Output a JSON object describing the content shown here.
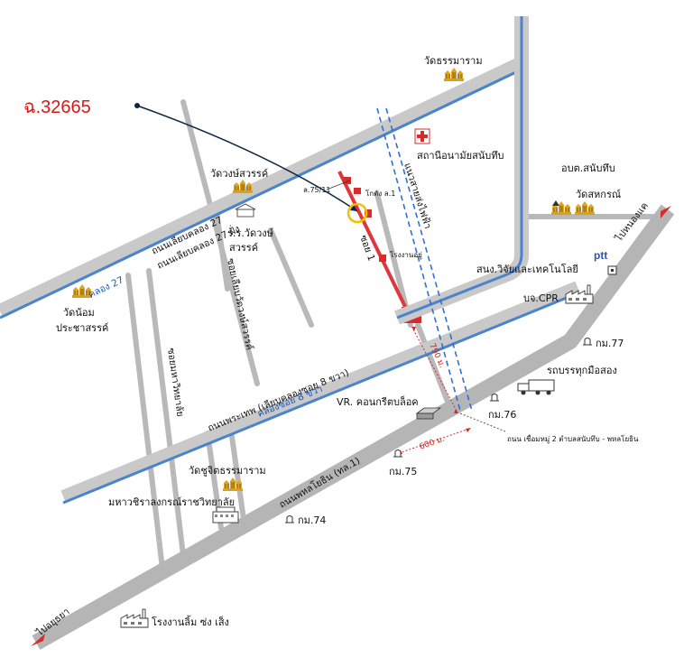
{
  "plot_number": "ฉ.32665",
  "temples": {
    "thammaram": "วัดธรรมาราม",
    "wongsawan": "วัดวงษ์สวรรค์",
    "noi_pracha": "วัดน้อม",
    "noi_pracha_2": "ประชาสรรค์",
    "sahakorn": "วัดสหกรณ์",
    "chuchit": "วัดชูจิตธรรมาราม"
  },
  "places": {
    "health_station": "สถานีอนามัยสนับทึบ",
    "school": "ร.ร.วัดวงษ์",
    "school_2": "สวรรค์",
    "tambon_office": "อบต.สนับทึบ",
    "research": "สนง.วิจัยและเทคโนโลยี",
    "ptt": "ptt",
    "cpr": "บจ.CPR",
    "truck": "รถบรรทุกมือสอง",
    "concrete": "VR. คอนกรีตบล็อค",
    "university": "มหาวชิราลงกรณ์ราชวิทยาลัย",
    "factory_rice": "โรงงานลิ้ม ซ่ง เส็ง",
    "factory_small": "โรงงานอยู่",
    "warehouse": "โกดัง ล.1"
  },
  "roads": {
    "canal27_road": "ถนนเลียบคลอง 27",
    "canal27_road_2": "ถนนเลียบคลอง 27 ฝั่ง",
    "canal27": "คลอง 27",
    "phra_thep": "ถนนพระเทพ (เลียบคลองซอย 8 ขวา)",
    "canal_soi8": "คลองซอย 8 ขวา",
    "phahon": "ถนนพหลโยธิน (ทล.1)",
    "soi1": "ซอย 1",
    "soi_75": "ล.75/11",
    "power_line": "แนวสายส่งไฟฟ้า",
    "soi_a": "ซอยเลียบวัดวงษ์สวรรค์",
    "soi_b": "ซอยมหาวิทยาลัย",
    "connector": "ถนน เชื่อมหมู่ 2 ตำบลสนับทึบ - พหลโยธิน"
  },
  "km_markers": {
    "km74": "กม.74",
    "km75": "กม.75",
    "km76": "กม.76",
    "km77": "กม.77"
  },
  "directions": {
    "to_ayutthaya": "ไปอยุธยา",
    "to_nongkhae": "ไปหนองแค"
  },
  "distances": {
    "d790": "790 ม.",
    "d600": "600 ม."
  },
  "colors": {
    "road": "#c8c8c8",
    "canal": "#4a84cc",
    "plot_marker": "#e01515",
    "target_circle": "#f2c200",
    "temple": "#d9a21c"
  }
}
